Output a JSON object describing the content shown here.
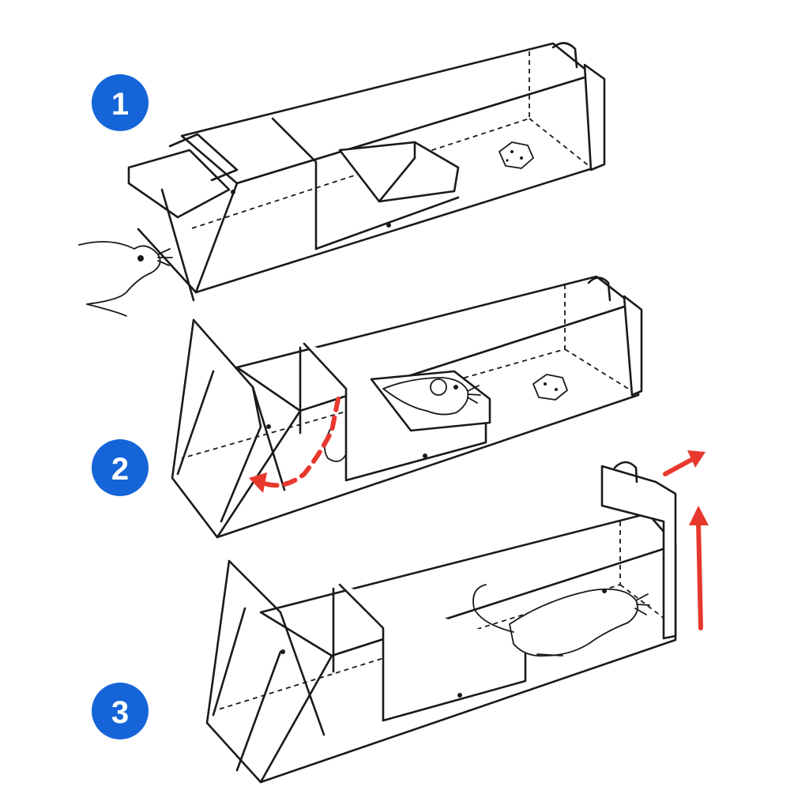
{
  "steps": [
    {
      "number": "1"
    },
    {
      "number": "2"
    },
    {
      "number": "3"
    }
  ],
  "colors": {
    "step_badge": "#1565d8",
    "arrow": "#e8382e",
    "line": "#1a1a1a"
  },
  "icons": [
    "mouse",
    "bait-cheese",
    "red-arrow"
  ]
}
